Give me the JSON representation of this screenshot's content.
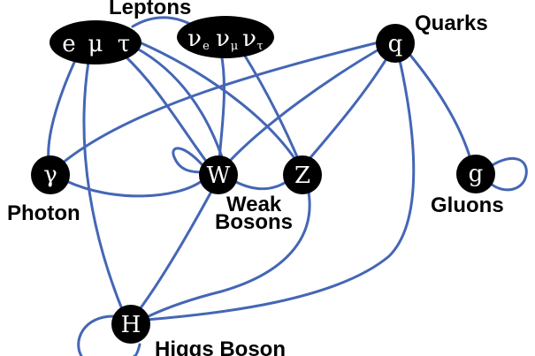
{
  "colors": {
    "edge": "#4466b5",
    "node": "#000000",
    "node_text": "#ffffff",
    "label_text": "#000000"
  },
  "nodes": {
    "charged_leptons": {
      "symbols": [
        "e",
        "μ",
        "τ"
      ]
    },
    "neutrinos": {
      "base": "ν",
      "subscripts": [
        "e",
        "μ",
        "τ"
      ]
    },
    "quark": {
      "symbol": "q"
    },
    "photon": {
      "symbol": "γ"
    },
    "w_boson": {
      "symbol": "W"
    },
    "z_boson": {
      "symbol": "Z"
    },
    "gluon": {
      "symbol": "g"
    },
    "higgs": {
      "symbol": "H"
    }
  },
  "labels": {
    "leptons": "Leptons",
    "quarks": "Quarks",
    "photon": "Photon",
    "weak_line1": "Weak",
    "weak_line2": "Bosons",
    "gluons": "Gluons",
    "higgs": "Higgs Boson"
  }
}
